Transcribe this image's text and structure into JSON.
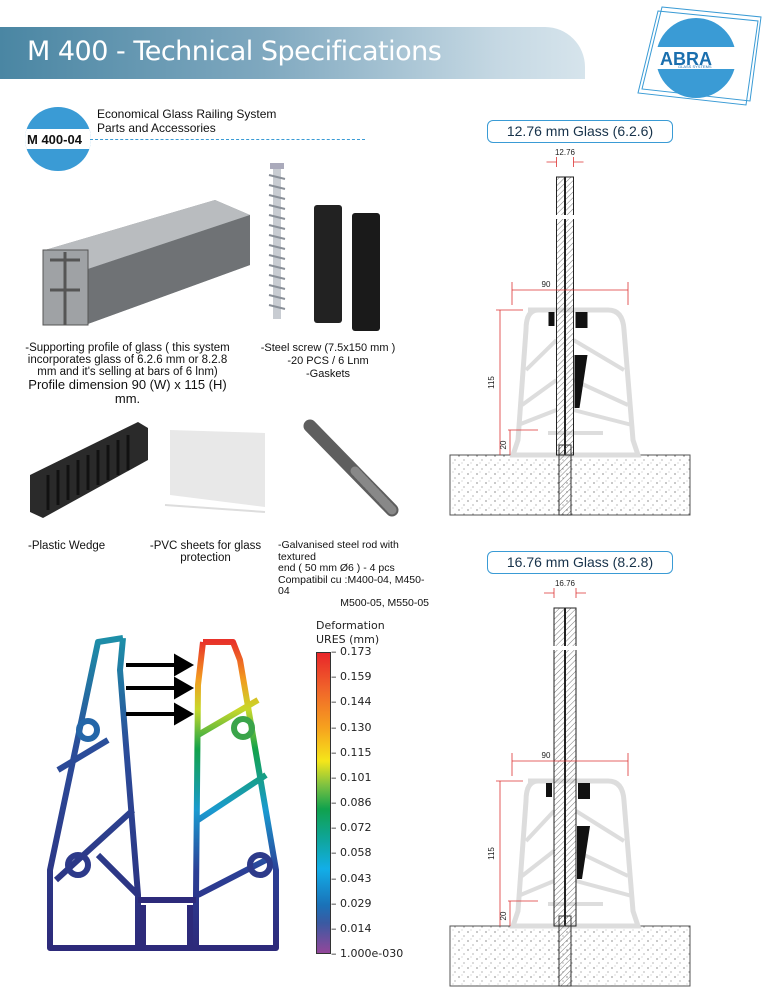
{
  "header": {
    "title": "M 400 - Technical Specifications",
    "logo_text": "ABRA",
    "logo_sub": "GLASS SYSTEMS"
  },
  "product": {
    "code": "M 400-04",
    "line1": "Economical Glass Railing System",
    "line2": "Parts and Accessories"
  },
  "items": [
    {
      "lines": [
        "-Supporting profile of glass ( this system",
        "incorporates glass of 6.2.6 mm or 8.2.8",
        "mm and it's selling at bars of 6 lnm)",
        "Profile dimension 90 (W) x 115 (H)",
        "mm."
      ]
    },
    {
      "lines": [
        "-Steel screw (7.5x150 mm )",
        "-20 PCS / 6 Lnm",
        "-Gaskets"
      ]
    },
    {
      "lines": [
        "-Plastic Wedge"
      ]
    },
    {
      "lines": [
        "-PVC sheets for glass",
        "protection"
      ]
    },
    {
      "lines": [
        "-Galvanised steel rod with textured",
        "end ( 50 mm Ø6 ) - 4 pcs",
        "Compatibil cu :M400-04, M450-04",
        "M500-05, M550-05"
      ]
    }
  ],
  "drawings": [
    {
      "label": "12.76 mm Glass (6.2.6)",
      "thickness": "12.76",
      "width": "90",
      "height": "115",
      "base": "20"
    },
    {
      "label": "16.76 mm Glass (8.2.8)",
      "thickness": "16.76",
      "width": "90",
      "height": "115",
      "base": "20"
    }
  ],
  "legend": {
    "title": "Deformation",
    "unit": "URES (mm)",
    "ticks": [
      "0.173",
      "0.159",
      "0.144",
      "0.130",
      "0.115",
      "0.101",
      "0.086",
      "0.072",
      "0.058",
      "0.043",
      "0.029",
      "0.014",
      "1.000e-030"
    ]
  },
  "colors": {
    "accent": "#3a9bd5"
  }
}
